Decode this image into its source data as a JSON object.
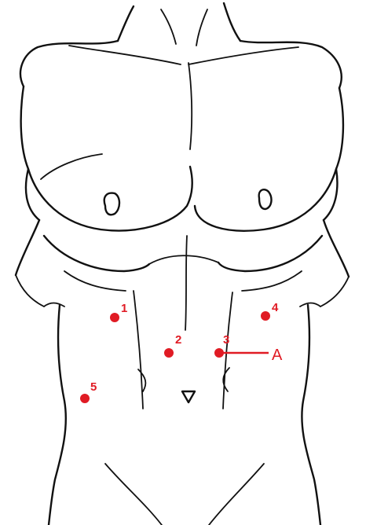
{
  "figure": {
    "marker_color": "#e01b24",
    "outline_color": "#111111",
    "points": [
      {
        "id": "point-1",
        "label": "1"
      },
      {
        "id": "point-2",
        "label": "2"
      },
      {
        "id": "point-3",
        "label": "3"
      },
      {
        "id": "point-4",
        "label": "4"
      },
      {
        "id": "point-5",
        "label": "5"
      }
    ],
    "pointer_label": "A"
  }
}
